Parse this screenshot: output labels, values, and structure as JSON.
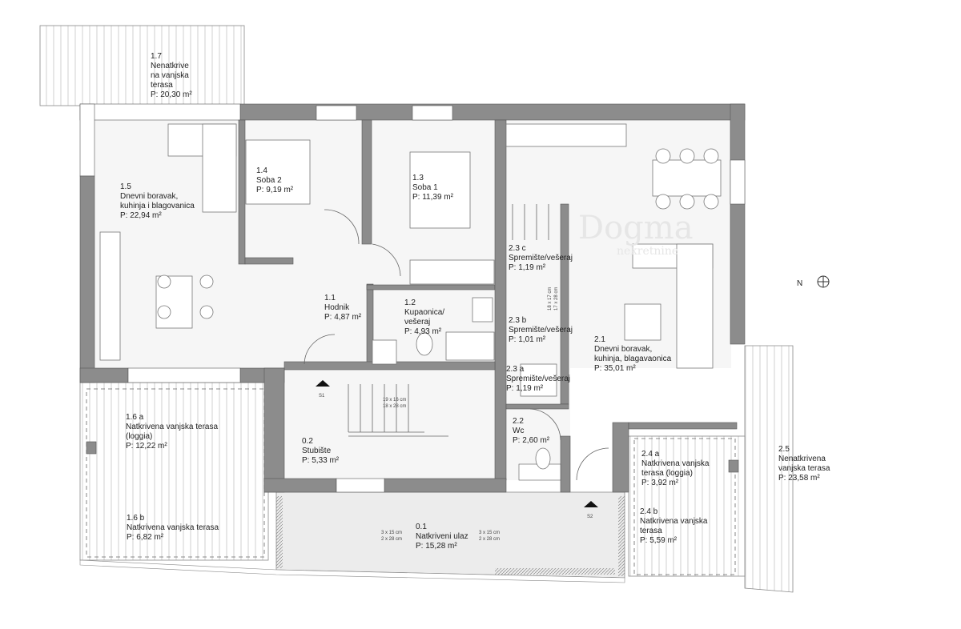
{
  "rooms": [
    {
      "id": "1.7",
      "lines": [
        "Nenatkrive",
        "na vanjska",
        "terasa"
      ],
      "area": "P: 20,30 m²"
    },
    {
      "id": "1.5",
      "lines": [
        "Dnevni boravak,",
        "kuhinja i blagovanica"
      ],
      "area": "P: 22,94 m²"
    },
    {
      "id": "1.4",
      "lines": [
        "Soba 2"
      ],
      "area": "P: 9,19 m²"
    },
    {
      "id": "1.3",
      "lines": [
        "Soba 1"
      ],
      "area": "P: 11,39 m²"
    },
    {
      "id": "1.1",
      "lines": [
        "Hodnik"
      ],
      "area": "P: 4,87 m²"
    },
    {
      "id": "1.2",
      "lines": [
        "Kupaonica/",
        "vešeraj"
      ],
      "area": "P: 4,93 m²"
    },
    {
      "id": "2.3 c",
      "lines": [
        "Spremište/vešeraj"
      ],
      "area": "P: 1,19 m²"
    },
    {
      "id": "2.3 b",
      "lines": [
        "Spremište/vešeraj"
      ],
      "area": "P: 1,01 m²"
    },
    {
      "id": "2.3 a",
      "lines": [
        "Spremište/vešeraj"
      ],
      "area": "P: 1,19 m²"
    },
    {
      "id": "2.2",
      "lines": [
        "Wc"
      ],
      "area": "P: 2,60 m²"
    },
    {
      "id": "2.1",
      "lines": [
        "Dnevni boravak,",
        "kuhinja, blagavaonica"
      ],
      "area": "P: 35,01 m²"
    },
    {
      "id": "1.6 a",
      "lines": [
        "Natkrivena vanjska terasa",
        "(loggia)"
      ],
      "area": "P: 12,22 m²"
    },
    {
      "id": "1.6 b",
      "lines": [
        "Natkrivena vanjska terasa"
      ],
      "area": "P: 6,82 m²"
    },
    {
      "id": "0.2",
      "lines": [
        "Stubište"
      ],
      "area": "P: 5,33 m²"
    },
    {
      "id": "0.1",
      "lines": [
        "Natkriveni ulaz"
      ],
      "area": "P: 15,28 m²"
    },
    {
      "id": "2.4 a",
      "lines": [
        "Natkrivena vanjska",
        "terasa (loggia)"
      ],
      "area": "P: 3,92 m²"
    },
    {
      "id": "2.4 b",
      "lines": [
        "Natkrivena vanjska",
        "terasa"
      ],
      "area": "P: 5,59 m²"
    },
    {
      "id": "2.5",
      "lines": [
        "Nenatkrivena",
        "vanjska terasa"
      ],
      "area": "P: 23,58 m²"
    }
  ],
  "section_markers": [
    "S1",
    "S2"
  ],
  "stair_dims": {
    "main": [
      "19 x 16 cm",
      "18 x 28 cm"
    ],
    "upper": [
      "18 x 17 cm",
      "17 x 28 cm"
    ],
    "entry_left": [
      "3 x 15 cm",
      "2 x 28 cm"
    ],
    "entry_right": [
      "3 x 15 cm",
      "2 x 28 cm"
    ]
  },
  "north": {
    "label": "N",
    "icon": "north-compass-icon"
  },
  "watermark": {
    "brand": "Dogma",
    "sub": "nekretnine"
  },
  "colors": {
    "wall": "#8c8c8c",
    "hatch": "#bdbdbd",
    "text": "#222222"
  }
}
